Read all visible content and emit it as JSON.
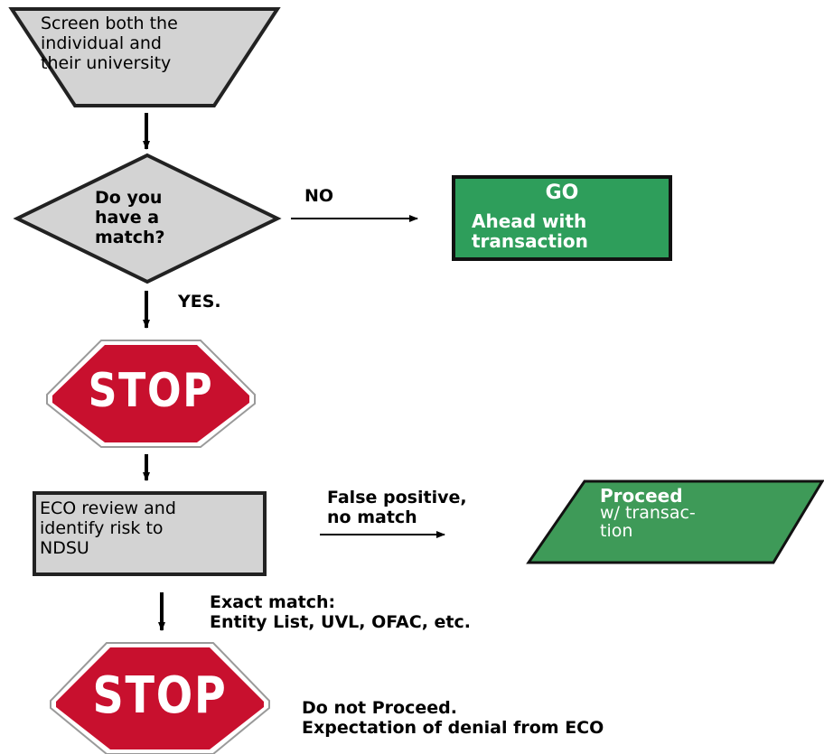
{
  "nodes": {
    "screen": {
      "text": "Screen both the\nindividual and\ntheir university"
    },
    "match_question": {
      "text": "Do you\nhave a\nmatch?"
    },
    "go_box": {
      "title": "GO",
      "text": "Ahead with\ntransaction"
    },
    "stop_1": {
      "text": "STOP"
    },
    "eco_review": {
      "text": "ECO review and\nidentify risk to\nNDSU"
    },
    "proceed_box": {
      "title": "Proceed",
      "text": "w/ transac-\ntion"
    },
    "stop_2": {
      "text": "STOP"
    },
    "do_not_proceed": {
      "text": "Do not Proceed.\nExpectation of denial from ECO"
    }
  },
  "edges": {
    "no_label": "NO",
    "yes_label": "YES.",
    "false_positive_label": "False positive,\nno match",
    "exact_match_label": "Exact match:\nEntity List, UVL, OFAC, etc."
  },
  "colors": {
    "box_fill": "#d3d3d3",
    "outline": "#222222",
    "go_green": "#2e9e5b",
    "proceed_green": "#3e9a58",
    "stop_red": "#c8102e",
    "stop_rim": "#ffffff",
    "stop_border": "#9a9a9a"
  }
}
